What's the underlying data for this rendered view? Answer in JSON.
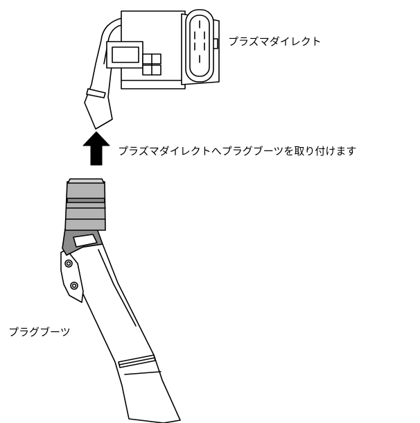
{
  "labels": {
    "plasma_direct": "プラズマダイレクト",
    "instruction": "プラズマダイレクトへプラグブーツを取り付けます",
    "plug_boot": "プラグブーツ"
  },
  "icons": {
    "arrow": "arrow-up-icon"
  },
  "colors": {
    "line": "#000000",
    "boot_fill": "#b4b4b4",
    "boot_dark": "#8c8c8c",
    "background": "#ffffff"
  }
}
